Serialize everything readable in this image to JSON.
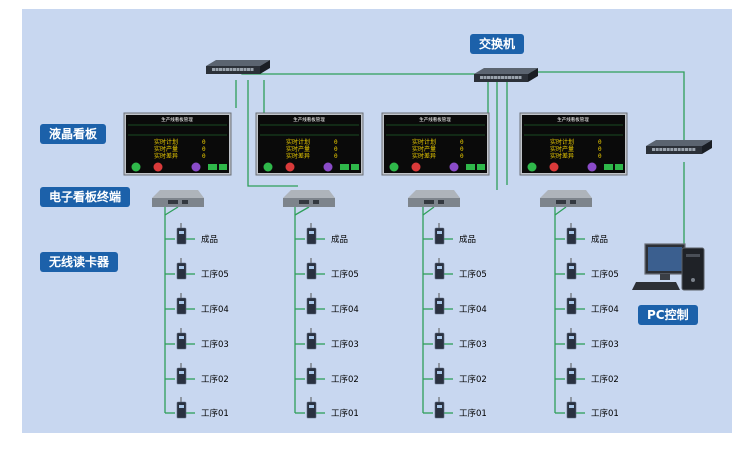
{
  "labels": {
    "switch": "交换机",
    "lcd_board": "液晶看板",
    "terminal": "电子看板终端",
    "reader": "无线读卡器",
    "pc": "PC控制"
  },
  "board": {
    "title": "生产线看板管理",
    "rows": [
      "实时计划",
      "实时产量",
      "实时差异"
    ],
    "values": [
      "0",
      "0",
      "0"
    ]
  },
  "station_labels": [
    "成品",
    "工序05",
    "工序04",
    "工序03",
    "工序02",
    "工序01"
  ],
  "colors": {
    "background": "#c8d7f0",
    "tag": "#1c61aa",
    "line": "#2e9e5a",
    "screen": "#0a0a0a",
    "screen_text": "#f0d000"
  }
}
